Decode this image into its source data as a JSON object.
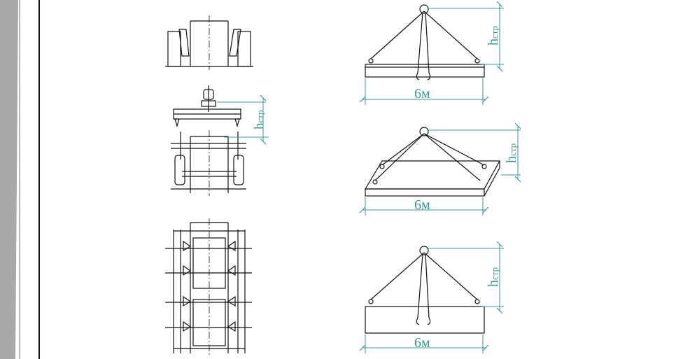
{
  "dimensions": {
    "top": {
      "width": "6м",
      "height": "h",
      "height_sub": "стр"
    },
    "middle": {
      "width": "6м",
      "height": "h",
      "height_sub": "стр"
    },
    "bottom": {
      "width": "6м",
      "height": "h",
      "height_sub": "стр"
    },
    "column_sling": {
      "height": "h",
      "height_sub": "стр"
    }
  },
  "colors": {
    "dimension": "#3a9a92",
    "line": "#111111",
    "margin_bar": "#a9a9a9"
  }
}
